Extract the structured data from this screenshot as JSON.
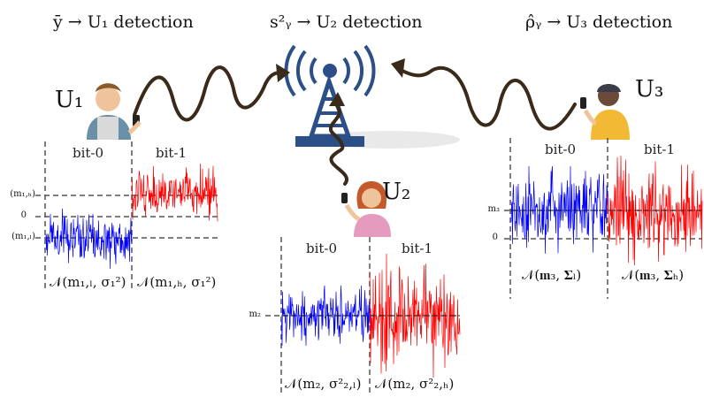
{
  "headers": {
    "u1": "ȳ → U₁ detection",
    "u2": "s²ᵧ → U₂ detection",
    "u3": "ρ̂ᵧ → U₃ detection"
  },
  "users": {
    "u1": "U₁",
    "u2": "U₂",
    "u3": "U₃"
  },
  "panel_u1": {
    "bit0": "bit-0",
    "bit1": "bit-1",
    "tick_high": "(m₁,ₕ)",
    "tick_zero": "0",
    "tick_low": "(m₁,ₗ)",
    "dist_low": "𝒩(m₁,ₗ, σ₁²)",
    "dist_high": "𝒩(m₁,ₕ, σ₁²)"
  },
  "panel_u2": {
    "bit0": "bit-0",
    "bit1": "bit-1",
    "tick_mean": "m₂",
    "dist_low": "𝒩(m₂, σ²₂,ₗ)",
    "dist_high": "𝒩(m₂, σ²₂,ₕ)"
  },
  "panel_u3": {
    "bit0": "bit-0",
    "bit1": "bit-1",
    "tick_mean": "m₃",
    "tick_zero": "0",
    "dist_low": "𝒩(𝐦₃, 𝚺ₗ)",
    "dist_high": "𝒩(𝐦₃, 𝚺ₕ)"
  },
  "colors": {
    "bit0_signal": "#0000ff",
    "bit1_signal": "#ff0000",
    "arrow": "#3a2a1a",
    "tower": "#2b4f86",
    "waves": "#2b4f86"
  },
  "icons": {
    "tower": "antenna-tower-icon",
    "user1": "user-with-phone-icon",
    "user2": "user-with-phone-icon",
    "user3": "user-with-phone-icon"
  }
}
